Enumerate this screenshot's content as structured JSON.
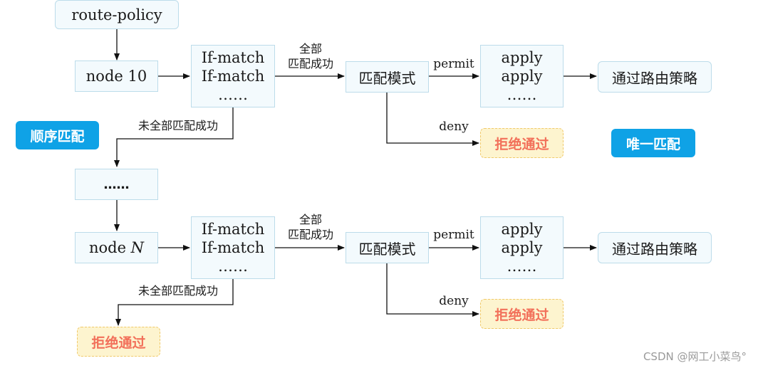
{
  "top": {
    "route_policy": "route-policy"
  },
  "node1": {
    "node_label": "node 10",
    "ifmatch": [
      "If-match",
      "If-match",
      "……"
    ],
    "all_match": [
      "全部",
      "匹配成功"
    ],
    "mode": "匹配模式",
    "permit": "permit",
    "apply": [
      "apply",
      "apply",
      "……"
    ],
    "result": "通过路由策略",
    "deny": "deny",
    "reject": "拒绝通过",
    "not_all_match": "未全部匹配成功"
  },
  "middle": {
    "ellipsis": "……"
  },
  "nodeN": {
    "node_prefix": "node ",
    "node_var": "N",
    "ifmatch": [
      "If-match",
      "If-match",
      "……"
    ],
    "all_match": [
      "全部",
      "匹配成功"
    ],
    "mode": "匹配模式",
    "permit": "permit",
    "apply": [
      "apply",
      "apply",
      "……"
    ],
    "result": "通过路由策略",
    "deny": "deny",
    "reject": "拒绝通过",
    "not_all_match": "未全部匹配成功",
    "final_reject": "拒绝通过"
  },
  "badges": {
    "sequential": "顺序匹配",
    "unique": "唯一匹配"
  },
  "watermark": "CSDN @网工小菜鸟°",
  "colors": {
    "box_fill": "#f3fafd",
    "box_border": "#bcdcea",
    "badge": "#0fa2e6",
    "reject_fill": "#fdf4cf",
    "reject_text": "#f2705a"
  }
}
